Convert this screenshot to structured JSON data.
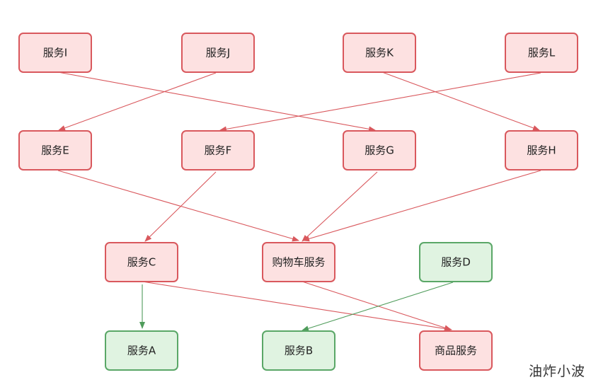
{
  "colors": {
    "red_fill": "#fde1e1",
    "red_stroke": "#d9585d",
    "green_fill": "#e0f3e1",
    "green_stroke": "#5aa767",
    "red_edge": "#d9585d",
    "green_edge": "#4f9c5b"
  },
  "nodes": [
    {
      "id": "I",
      "label": "服务I",
      "kind": "red"
    },
    {
      "id": "J",
      "label": "服务J",
      "kind": "red"
    },
    {
      "id": "K",
      "label": "服务K",
      "kind": "red"
    },
    {
      "id": "L",
      "label": "服务L",
      "kind": "red"
    },
    {
      "id": "E",
      "label": "服务E",
      "kind": "red"
    },
    {
      "id": "F",
      "label": "服务F",
      "kind": "red"
    },
    {
      "id": "G",
      "label": "服务G",
      "kind": "red"
    },
    {
      "id": "H",
      "label": "服务H",
      "kind": "red"
    },
    {
      "id": "C",
      "label": "服务C",
      "kind": "red"
    },
    {
      "id": "cart",
      "label": "购物车服务",
      "kind": "red"
    },
    {
      "id": "D",
      "label": "服务D",
      "kind": "green"
    },
    {
      "id": "A",
      "label": "服务A",
      "kind": "green"
    },
    {
      "id": "B",
      "label": "服务B",
      "kind": "green"
    },
    {
      "id": "goods",
      "label": "商品服务",
      "kind": "red"
    }
  ],
  "edges": [
    {
      "from": "I",
      "to": "G",
      "kind": "red"
    },
    {
      "from": "J",
      "to": "E",
      "kind": "red"
    },
    {
      "from": "K",
      "to": "H",
      "kind": "red"
    },
    {
      "from": "L",
      "to": "F",
      "kind": "red"
    },
    {
      "from": "E",
      "to": "cart",
      "kind": "red"
    },
    {
      "from": "F",
      "to": "C",
      "kind": "red"
    },
    {
      "from": "G",
      "to": "cart",
      "kind": "red"
    },
    {
      "from": "H",
      "to": "cart",
      "kind": "red"
    },
    {
      "from": "C",
      "to": "A",
      "kind": "green"
    },
    {
      "from": "C",
      "to": "goods",
      "kind": "red"
    },
    {
      "from": "cart",
      "to": "goods",
      "kind": "red"
    },
    {
      "from": "D",
      "to": "B",
      "kind": "green"
    }
  ],
  "watermark": "油炸小波"
}
